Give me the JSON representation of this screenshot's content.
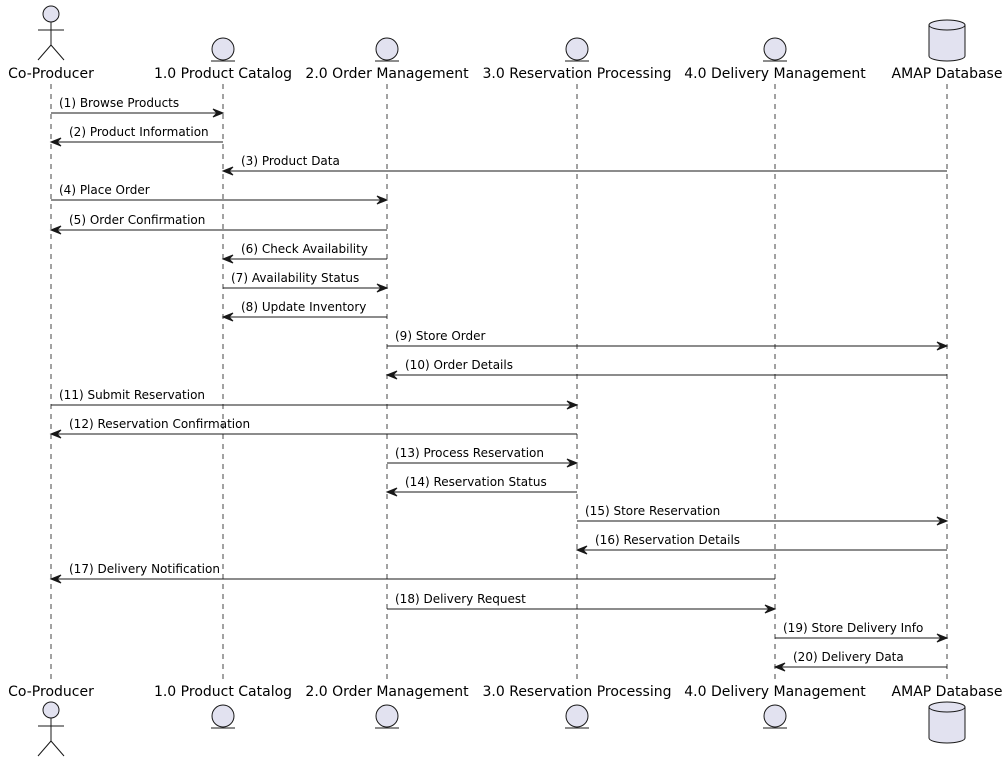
{
  "colors": {
    "participant_fill": "#e2e2f0",
    "participant_stroke": "#181818",
    "lifeline": "#181818",
    "arrow": "#181818",
    "text": "#000000",
    "background": "#ffffff"
  },
  "participants": [
    {
      "id": "p0",
      "name": "Co-Producer",
      "shape": "actor-icon"
    },
    {
      "id": "p1",
      "name": "1.0 Product Catalog",
      "shape": "entity-icon"
    },
    {
      "id": "p2",
      "name": "2.0 Order Management",
      "shape": "entity-icon"
    },
    {
      "id": "p3",
      "name": "3.0 Reservation Processing",
      "shape": "entity-icon"
    },
    {
      "id": "p4",
      "name": "4.0 Delivery Management",
      "shape": "entity-icon"
    },
    {
      "id": "p5",
      "name": "AMAP Database",
      "shape": "database-icon"
    }
  ],
  "messages": [
    {
      "from": 0,
      "to": 1,
      "label": "(1) Browse Products"
    },
    {
      "from": 1,
      "to": 0,
      "label": "(2) Product Information"
    },
    {
      "from": 5,
      "to": 1,
      "label": "(3) Product Data"
    },
    {
      "from": 0,
      "to": 2,
      "label": "(4) Place Order"
    },
    {
      "from": 2,
      "to": 0,
      "label": "(5) Order Confirmation"
    },
    {
      "from": 2,
      "to": 1,
      "label": "(6) Check Availability"
    },
    {
      "from": 1,
      "to": 2,
      "label": "(7) Availability Status"
    },
    {
      "from": 2,
      "to": 1,
      "label": "(8) Update Inventory"
    },
    {
      "from": 2,
      "to": 5,
      "label": "(9) Store Order"
    },
    {
      "from": 5,
      "to": 2,
      "label": "(10) Order Details"
    },
    {
      "from": 0,
      "to": 3,
      "label": "(11) Submit Reservation"
    },
    {
      "from": 3,
      "to": 0,
      "label": "(12) Reservation Confirmation"
    },
    {
      "from": 2,
      "to": 3,
      "label": "(13) Process Reservation"
    },
    {
      "from": 3,
      "to": 2,
      "label": "(14) Reservation Status"
    },
    {
      "from": 3,
      "to": 5,
      "label": "(15) Store Reservation"
    },
    {
      "from": 5,
      "to": 3,
      "label": "(16) Reservation Details"
    },
    {
      "from": 4,
      "to": 0,
      "label": "(17) Delivery Notification"
    },
    {
      "from": 2,
      "to": 4,
      "label": "(18) Delivery Request"
    },
    {
      "from": 4,
      "to": 5,
      "label": "(19) Store Delivery Info"
    },
    {
      "from": 5,
      "to": 4,
      "label": "(20) Delivery Data"
    }
  ]
}
